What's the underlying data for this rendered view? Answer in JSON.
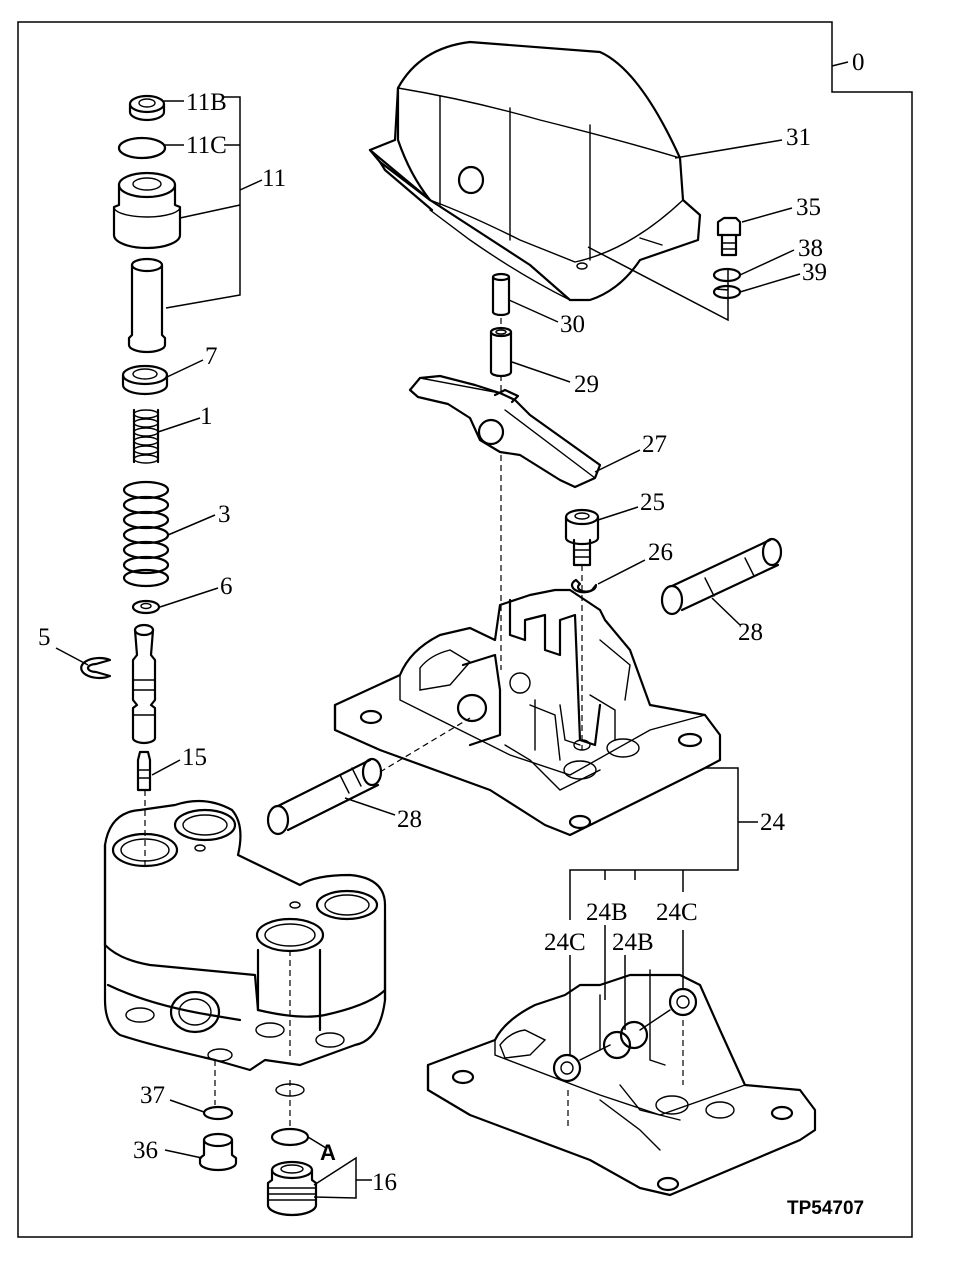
{
  "figure_code": "TP54707",
  "labels": {
    "p0": "0",
    "p11B": "11B",
    "p11C": "11C",
    "p11": "11",
    "p7": "7",
    "p1": "1",
    "p3": "3",
    "p6": "6",
    "p5": "5",
    "p15": "15",
    "p31": "31",
    "p35": "35",
    "p38": "38",
    "p39": "39",
    "p30": "30",
    "p29": "29",
    "p27": "27",
    "p25": "25",
    "p26": "26",
    "p28a": "28",
    "p28b": "28",
    "p24": "24",
    "p24B1": "24B",
    "p24B2": "24B",
    "p24C1": "24C",
    "p24C2": "24C",
    "p37": "37",
    "p36": "36",
    "pA": "A",
    "p16": "16"
  }
}
